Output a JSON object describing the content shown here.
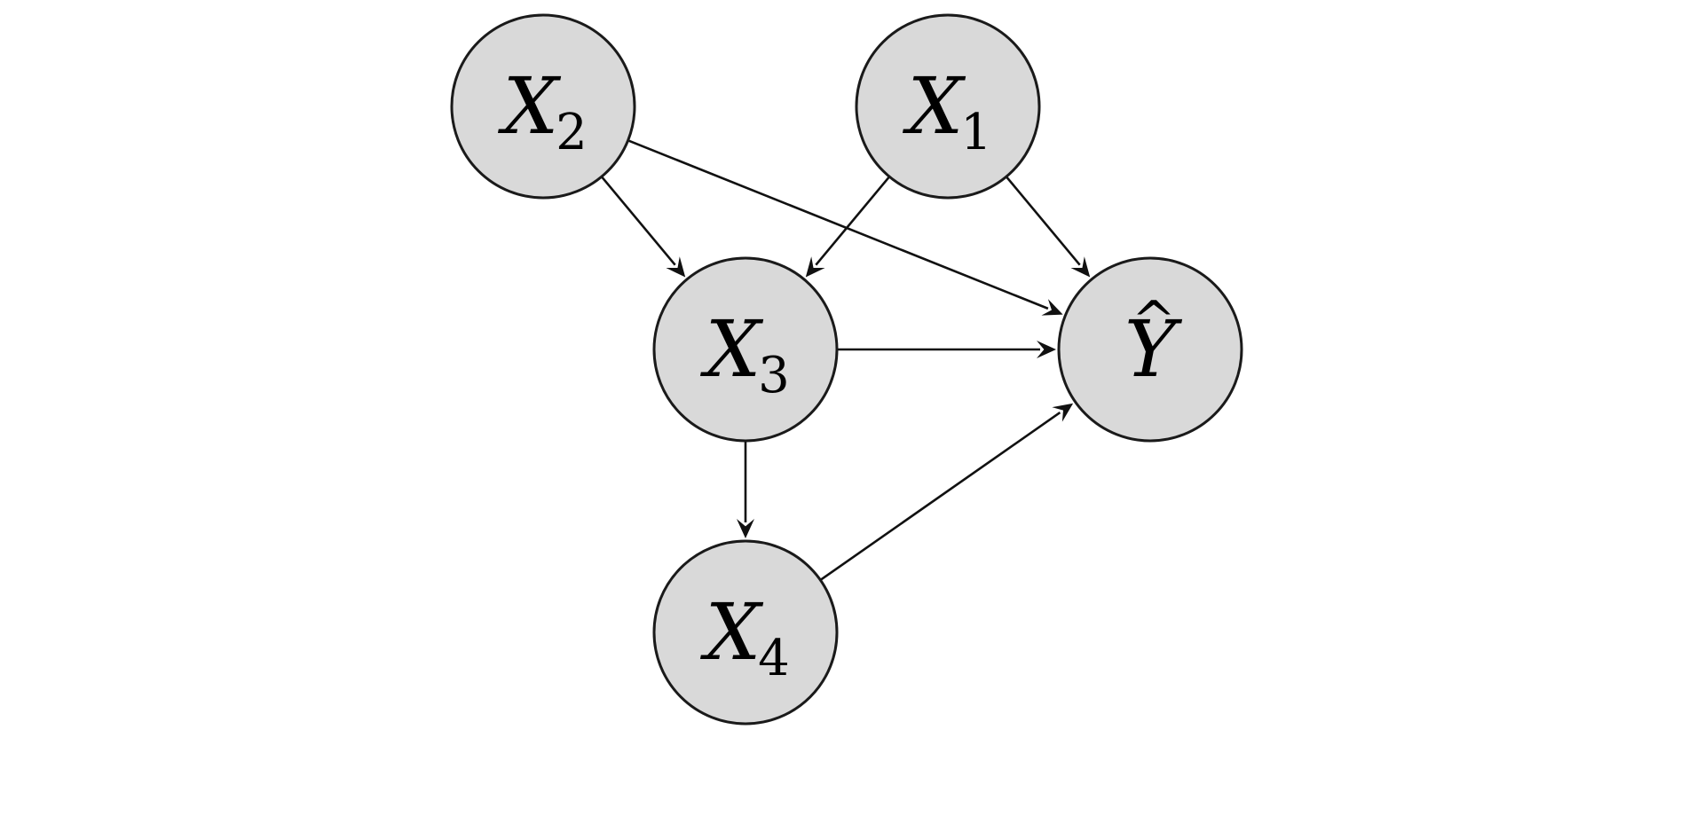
{
  "colors": {
    "node_fill": "#d9d9d9",
    "node_stroke": "#1a1a1a",
    "edge": "#111111",
    "background": "#ffffff"
  },
  "nodes": [
    {
      "id": "X2",
      "name": "X",
      "sub": "2",
      "hat": ""
    },
    {
      "id": "X1",
      "name": "X",
      "sub": "1",
      "hat": ""
    },
    {
      "id": "X3",
      "name": "X",
      "sub": "3",
      "hat": ""
    },
    {
      "id": "Yhat",
      "name": "Y",
      "sub": "",
      "hat": "^"
    },
    {
      "id": "X4",
      "name": "X",
      "sub": "4",
      "hat": ""
    }
  ],
  "edges": [
    {
      "from": "X2",
      "to": "X3"
    },
    {
      "from": "X2",
      "to": "Yhat"
    },
    {
      "from": "X1",
      "to": "X3"
    },
    {
      "from": "X1",
      "to": "Yhat"
    },
    {
      "from": "X3",
      "to": "Yhat"
    },
    {
      "from": "X3",
      "to": "X4"
    },
    {
      "from": "X4",
      "to": "Yhat"
    }
  ]
}
